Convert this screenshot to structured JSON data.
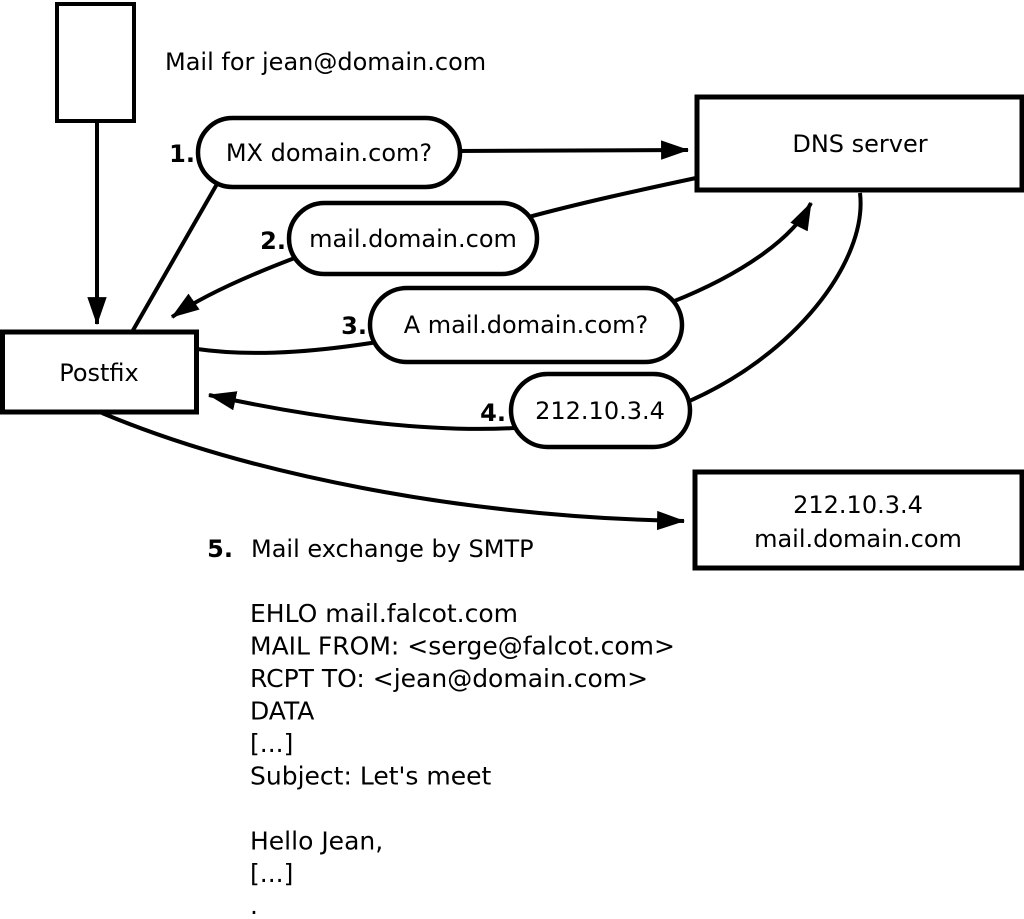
{
  "note": {
    "text": "Mail for jean@domain.com"
  },
  "nodes": {
    "postfix": {
      "label": "Postfix"
    },
    "dns_server": {
      "label": "DNS server"
    },
    "mail_server": {
      "line1": "212.10.3.4",
      "line2": "mail.domain.com"
    }
  },
  "steps": [
    {
      "num": "1.",
      "label": "MX domain.com?"
    },
    {
      "num": "2.",
      "label": "mail.domain.com"
    },
    {
      "num": "3.",
      "label": "A mail.domain.com?"
    },
    {
      "num": "4.",
      "label": "212.10.3.4"
    },
    {
      "num": "5.",
      "label": "Mail exchange by SMTP"
    }
  ],
  "smtp_transcript": {
    "lines": [
      "EHLO mail.falcot.com",
      "MAIL FROM: <serge@falcot.com>",
      "RCPT TO: <jean@domain.com>",
      "DATA",
      "[...]",
      "Subject: Let's meet",
      "",
      "Hello Jean,",
      "[...]",
      "."
    ]
  },
  "colors": {
    "stroke": "#000000",
    "background": "#ffffff"
  }
}
